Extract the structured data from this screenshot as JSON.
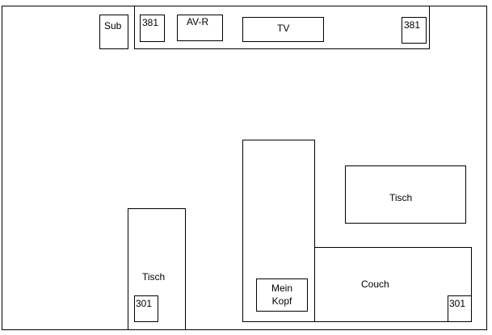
{
  "diagram": {
    "tv_wall": {
      "sub": "Sub",
      "speaker_left": "381",
      "receiver": "AV-R",
      "tv": "TV",
      "speaker_right": "381"
    },
    "desk_left": {
      "label": "Tisch",
      "speaker": "301"
    },
    "seat": {
      "label": "Mein\nKopf"
    },
    "couch": {
      "label": "Couch",
      "speaker": "301"
    },
    "table_right": {
      "label": "Tisch"
    }
  }
}
